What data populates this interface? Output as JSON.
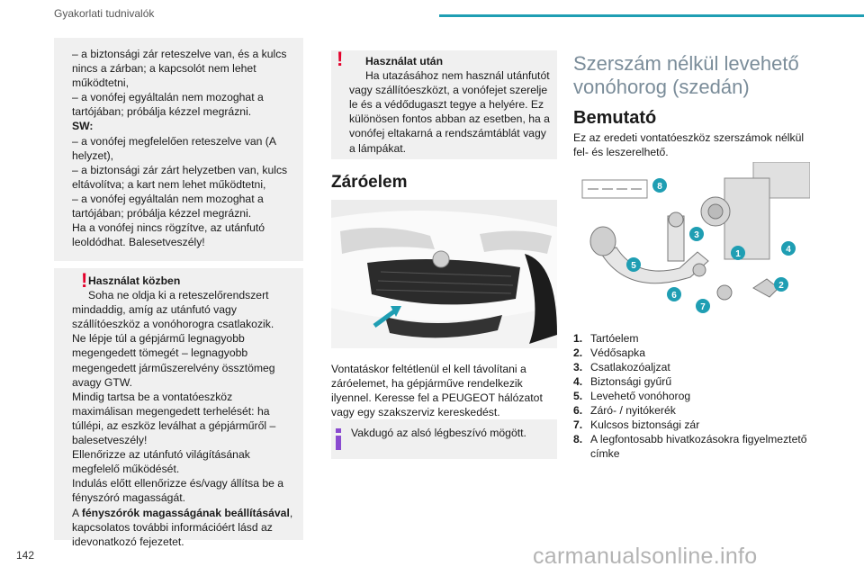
{
  "header": {
    "section": "Gyakorlati tudnivalók"
  },
  "page_number": "142",
  "watermark": "carmanualsonline.info",
  "col1": {
    "box1_lines": [
      "– a biztonsági zár reteszelve van, és a kulcs nincs a zárban; a kapcsolót nem lehet működtetni,",
      "– a vonófej egyáltalán nem mozoghat a tartójában; próbálja kézzel megrázni.",
      "SW:",
      "– a vonófej megfelelően reteszelve van (A helyzet),",
      "– a biztonsági zár zárt helyzetben van, kulcs eltávolítva; a kart nem lehet működtetni,",
      "– a vonófej egyáltalán nem mozoghat a tartójában; próbálja kézzel megrázni.",
      "Ha a vonófej nincs rögzítve, az utánfutó leoldódhat. Balesetveszély!"
    ],
    "box2": {
      "title": "Használat közben",
      "p1": "Soha ne oldja ki a reteszelőrendszert mindaddig, amíg az utánfutó vagy szállítóeszköz a vonóhorogra csatlakozik.",
      "p2": "Ne lépje túl a gépjármű legnagyobb megengedett tömegét – legnagyobb megengedett járműszerelvény össztömeg avagy GTW.",
      "p3": "Mindig tartsa be a vontatóeszköz maximálisan megengedett terhelését: ha túllépi, az eszköz leválhat a gépjárműről – balesetveszély!",
      "p4": "Ellenőrizze az utánfutó világításának megfelelő működését.",
      "p5": "Indulás előtt ellenőrizze és/vagy állítsa be a fényszóró magasságát.",
      "p6_prefix": "A ",
      "p6_bold": "fényszórók magasságának beállításával",
      "p6_suffix": ", kapcsolatos további információért lásd az idevonatkozó fejezetet."
    }
  },
  "col2": {
    "box3": {
      "title": "Használat után",
      "text": "Ha utazásához nem használ utánfutót vagy szállítóeszközt, a vonófejet szerelje le és a védődugaszt tegye a helyére. Ez különösen fontos abban az esetben, ha a vonófej eltakarná a rendszámtáblát vagy a lámpákat."
    },
    "heading": "Záróelem",
    "text": "Vontatáskor feltétlenül el kell távolítani a záróelemet, ha gépjárműve rendelkezik ilyennel. Keresse fel a PEUGEOT hálózatot vagy egy szakszerviz kereskedést.",
    "info": "Vakdugó az alsó légbeszívó mögött."
  },
  "col3": {
    "title": "Szerszám nélkül levehető vonóhorog (szedán)",
    "heading": "Bemutató",
    "intro": "Ez az eredeti vontatóeszköz szerszámok nélkül fel- és leszerelhető.",
    "callouts": [
      "1",
      "2",
      "3",
      "4",
      "5",
      "6",
      "7",
      "8"
    ],
    "items": [
      {
        "n": "1.",
        "t": "Tartóelem"
      },
      {
        "n": "2.",
        "t": "Védősapka"
      },
      {
        "n": "3.",
        "t": "Csatlakozóaljzat"
      },
      {
        "n": "4.",
        "t": "Biztonsági gyűrű"
      },
      {
        "n": "5.",
        "t": "Levehető vonóhorog"
      },
      {
        "n": "6.",
        "t": "Záró- / nyitókerék"
      },
      {
        "n": "7.",
        "t": "Kulcsos biztonsági zár"
      },
      {
        "n": "8.",
        "t": "A legfontosabb hivatkozásokra figyelmeztető címke"
      }
    ]
  },
  "colors": {
    "accent": "#1f9eb3",
    "warning": "#e4002b",
    "info": "#8a4bd0",
    "heading_grey": "#7a8c99",
    "box_bg": "#f0f0f0"
  }
}
